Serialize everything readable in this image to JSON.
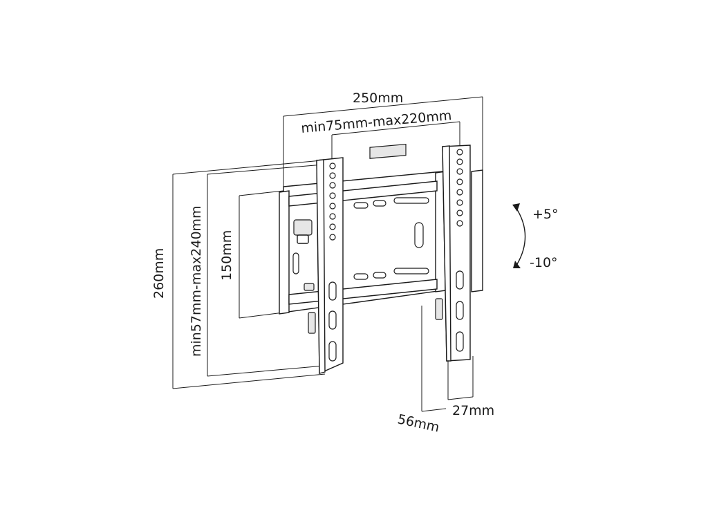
{
  "dimensions": {
    "overall_width": "250mm",
    "vesa_width": "min75mm-max220mm",
    "overall_height": "260mm",
    "vesa_height": "min57mm-max240mm",
    "wall_plate_height": "150mm",
    "depth_max": "56mm",
    "depth_min": "27mm"
  },
  "tilt": {
    "up": "+5°",
    "down": "-10°"
  }
}
